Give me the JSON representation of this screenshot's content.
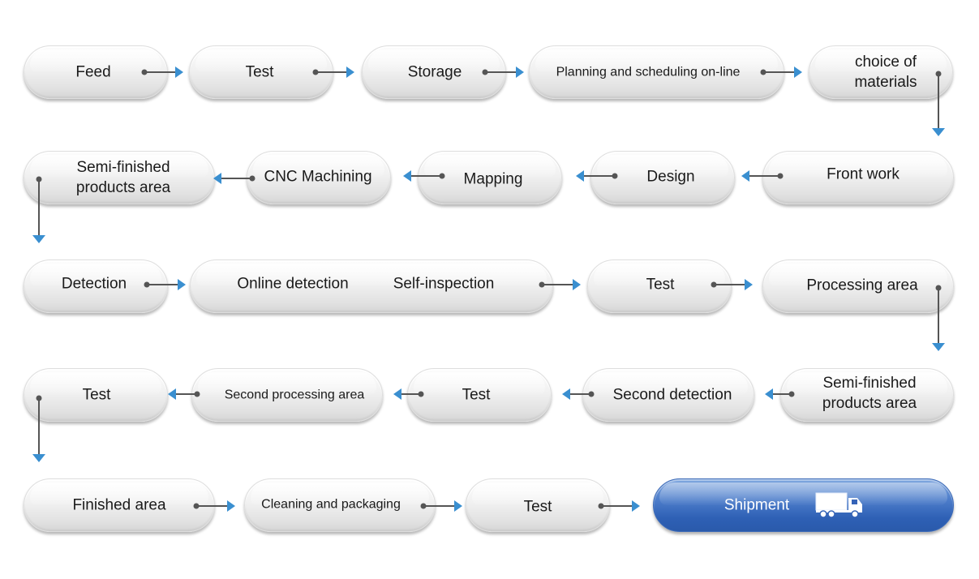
{
  "colors": {
    "arrow": "#3a8fd0",
    "dot": "#555555",
    "shipment": "#3563b7"
  },
  "steps": {
    "feed": "Feed",
    "test1": "Test",
    "storage": "Storage",
    "planning": "Planning and scheduling on-line",
    "choice_materials": [
      "choice of",
      "materials"
    ],
    "front_work": "Front work",
    "design": "Design",
    "mapping": "Mapping",
    "cnc": "CNC Machining",
    "semi_finished1": [
      "Semi-finished",
      "products area"
    ],
    "detection": "Detection",
    "online_detection": "Online detection",
    "self_inspection": "Self-inspection",
    "test2": "Test",
    "processing_area": "Processing area",
    "semi_finished2": [
      "Semi-finished",
      "products area"
    ],
    "second_detection": "Second detection",
    "test3": "Test",
    "second_processing": "Second processing area",
    "test4": "Test",
    "finished_area": "Finished area",
    "cleaning": "Cleaning and packaging",
    "test5": "Test",
    "shipment": "Shipment"
  },
  "icons": {
    "shipment": "truck-icon"
  }
}
